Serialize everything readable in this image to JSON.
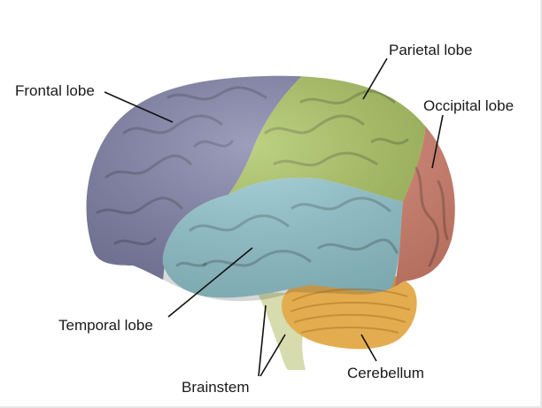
{
  "diagram": {
    "labels": {
      "frontal": "Frontal lobe",
      "parietal": "Parietal lobe",
      "occipital": "Occipital lobe",
      "temporal": "Temporal lobe",
      "brainstem": "Brainstem",
      "cerebellum": "Cerebellum"
    },
    "colors": {
      "frontal": "#7d7ea6",
      "parietal": "#a7c25a",
      "occipital": "#d9826e",
      "temporal": "#92c8d2",
      "cerebellum": "#e3ad4f",
      "brainstem": "#d6dcae",
      "leader_line": "#111111"
    }
  }
}
